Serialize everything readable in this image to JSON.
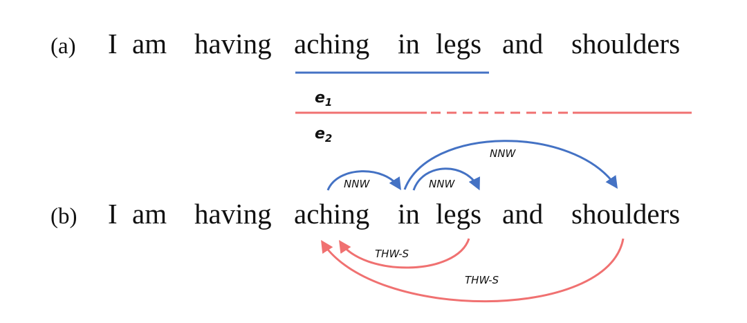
{
  "colors": {
    "nnw": "#4472c4",
    "thw": "#f07171",
    "text": "#111111"
  },
  "panel_a": {
    "tag": "(a)",
    "words": [
      "I",
      "am",
      "having",
      "aching",
      "in",
      "legs",
      "and",
      "shoulders"
    ],
    "entities": [
      {
        "name": "e",
        "index": "1",
        "color": "#4472c4",
        "words": [
          "aching",
          "in",
          "legs"
        ]
      },
      {
        "name": "e",
        "index": "2",
        "color": "#f07171",
        "words": [
          "aching",
          "shoulders"
        ],
        "discontinuous": true
      }
    ]
  },
  "panel_b": {
    "tag": "(b)",
    "words": [
      "I",
      "am",
      "having",
      "aching",
      "in",
      "legs",
      "and",
      "shoulders"
    ],
    "relations": [
      {
        "label": "NNW",
        "from": "aching",
        "to": "in",
        "color": "#4472c4"
      },
      {
        "label": "NNW",
        "from": "in",
        "to": "legs",
        "color": "#4472c4"
      },
      {
        "label": "NNW",
        "from": "in",
        "to": "shoulders",
        "color": "#4472c4"
      },
      {
        "label": "THW-S",
        "from": "legs",
        "to": "aching",
        "color": "#f07171"
      },
      {
        "label": "THW-S",
        "from": "shoulders",
        "to": "aching",
        "color": "#f07171"
      }
    ]
  }
}
